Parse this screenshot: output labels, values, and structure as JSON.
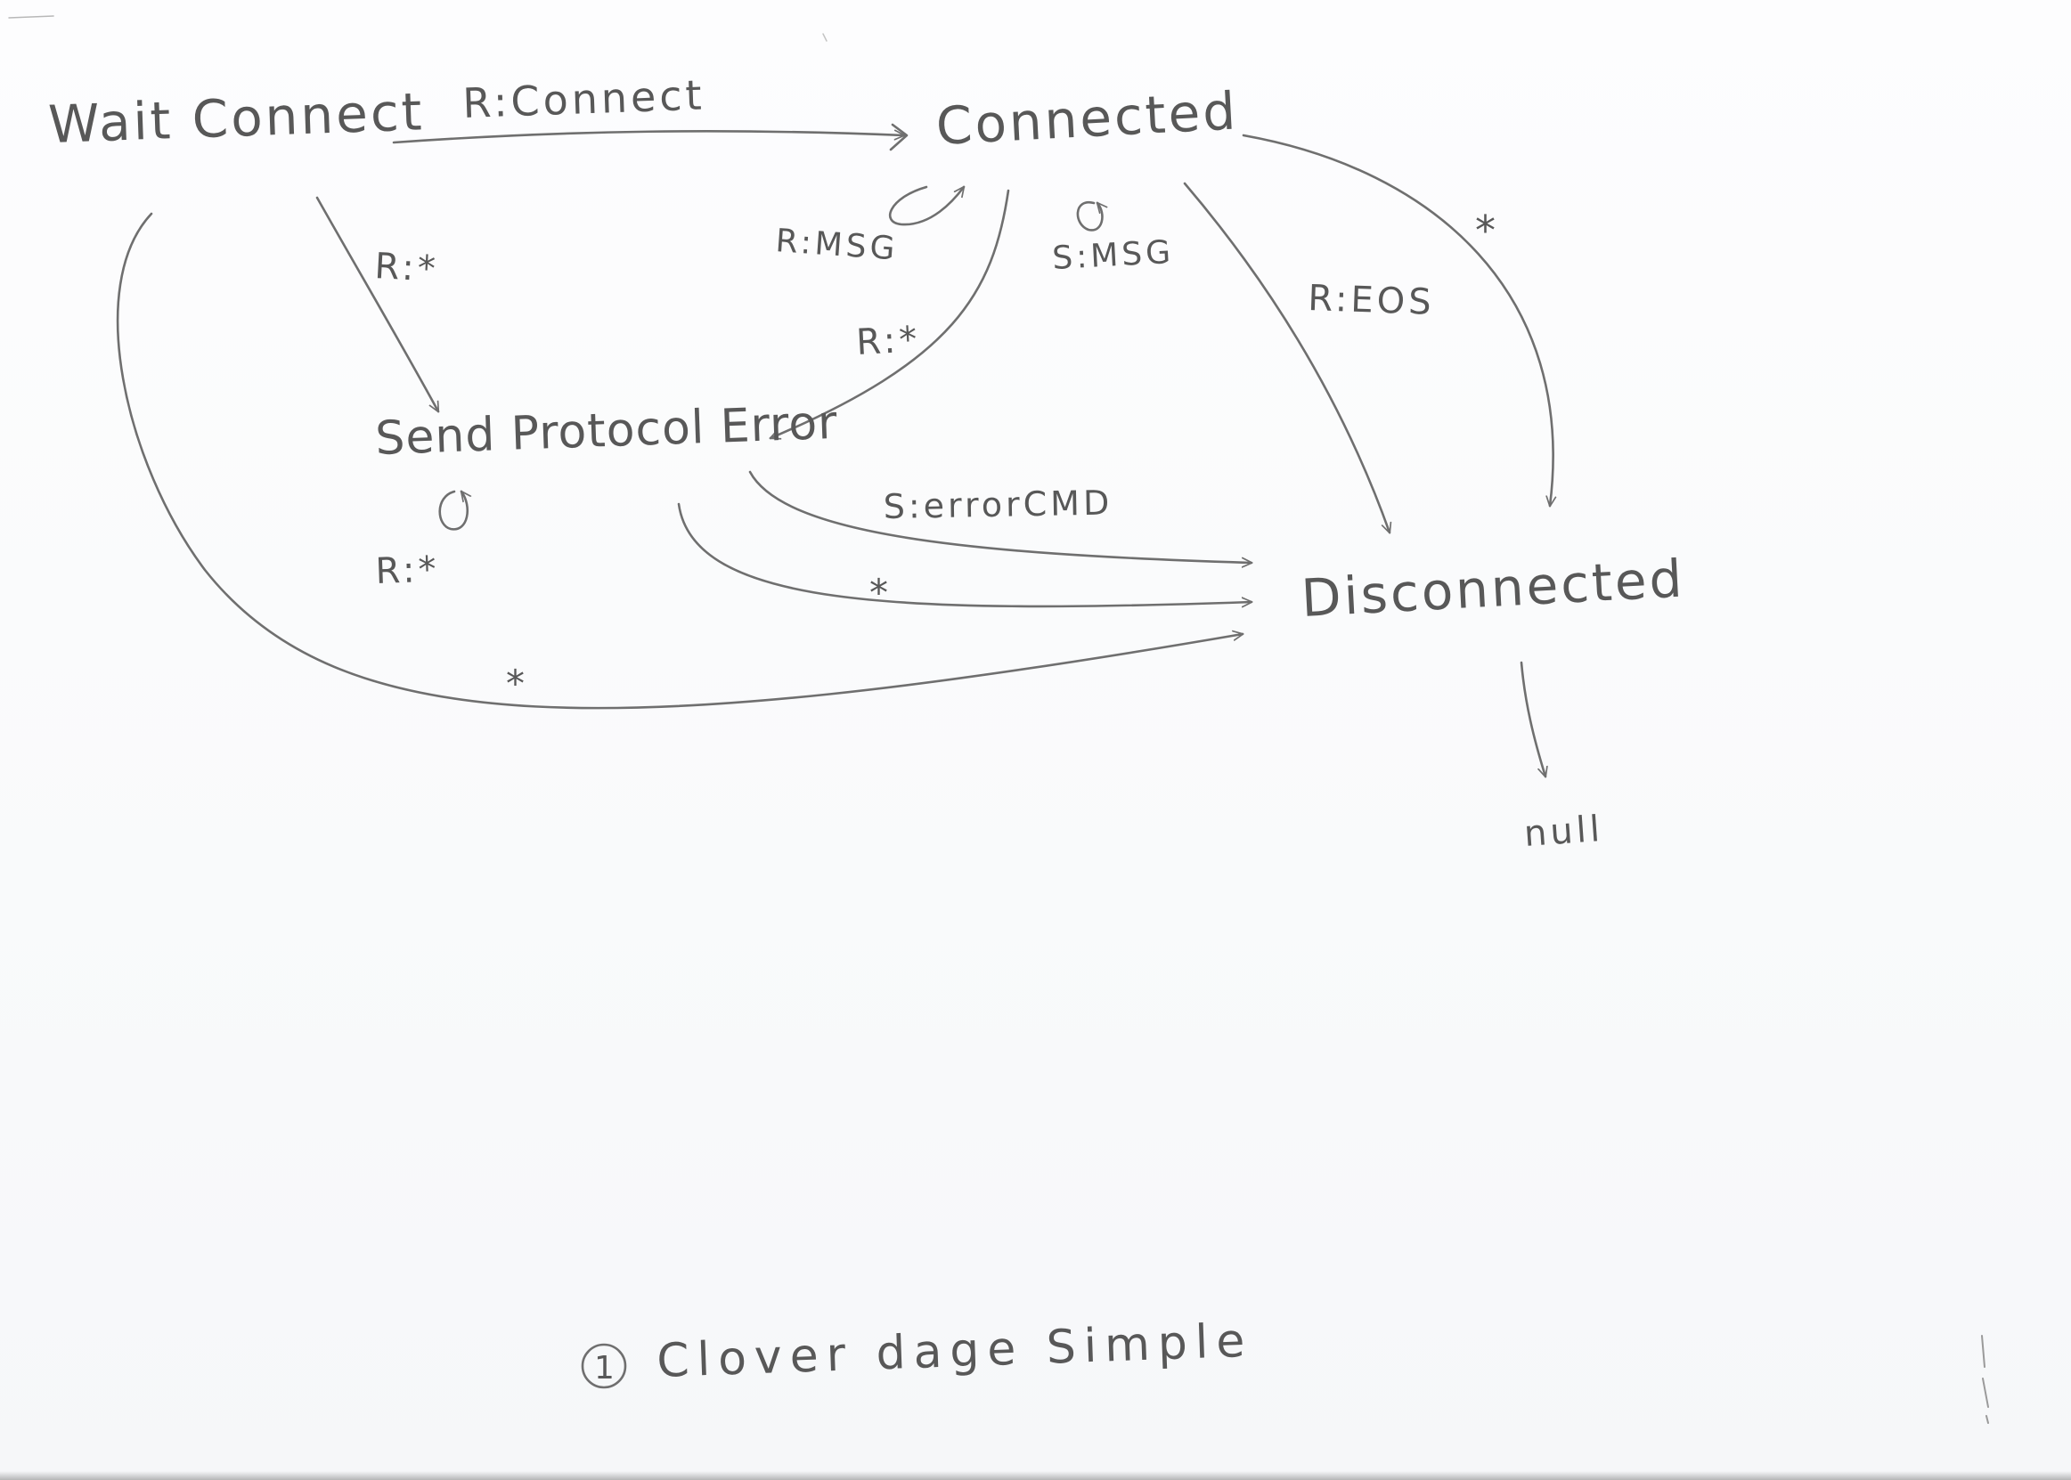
{
  "diagram": {
    "states": {
      "wait_connect": "Wait Connect",
      "connected": "Connected",
      "send_protocol_error": "Send Protocol Error",
      "disconnected": "Disconnected",
      "null": "null"
    },
    "transitions": {
      "wait_to_connected": "R:Connect",
      "connected_self_recv": "R:MSG",
      "connected_self_send": "S:MSG",
      "wait_to_error": "R:*",
      "connected_to_error": "R:*",
      "connected_to_disconnected_eos": "R:EOS",
      "connected_to_disconnected_any": "*",
      "error_self": "R:*",
      "error_to_disconnected_cmd": "S:errorCMD",
      "error_to_disconnected_any": "*",
      "wait_to_disconnected_any": "*"
    },
    "caption": {
      "number": "1",
      "text": "Clover dage Simple"
    }
  },
  "colors": {
    "paper": "#fbfcfd",
    "pencil": "#6f6f6f",
    "text": "#585858"
  }
}
